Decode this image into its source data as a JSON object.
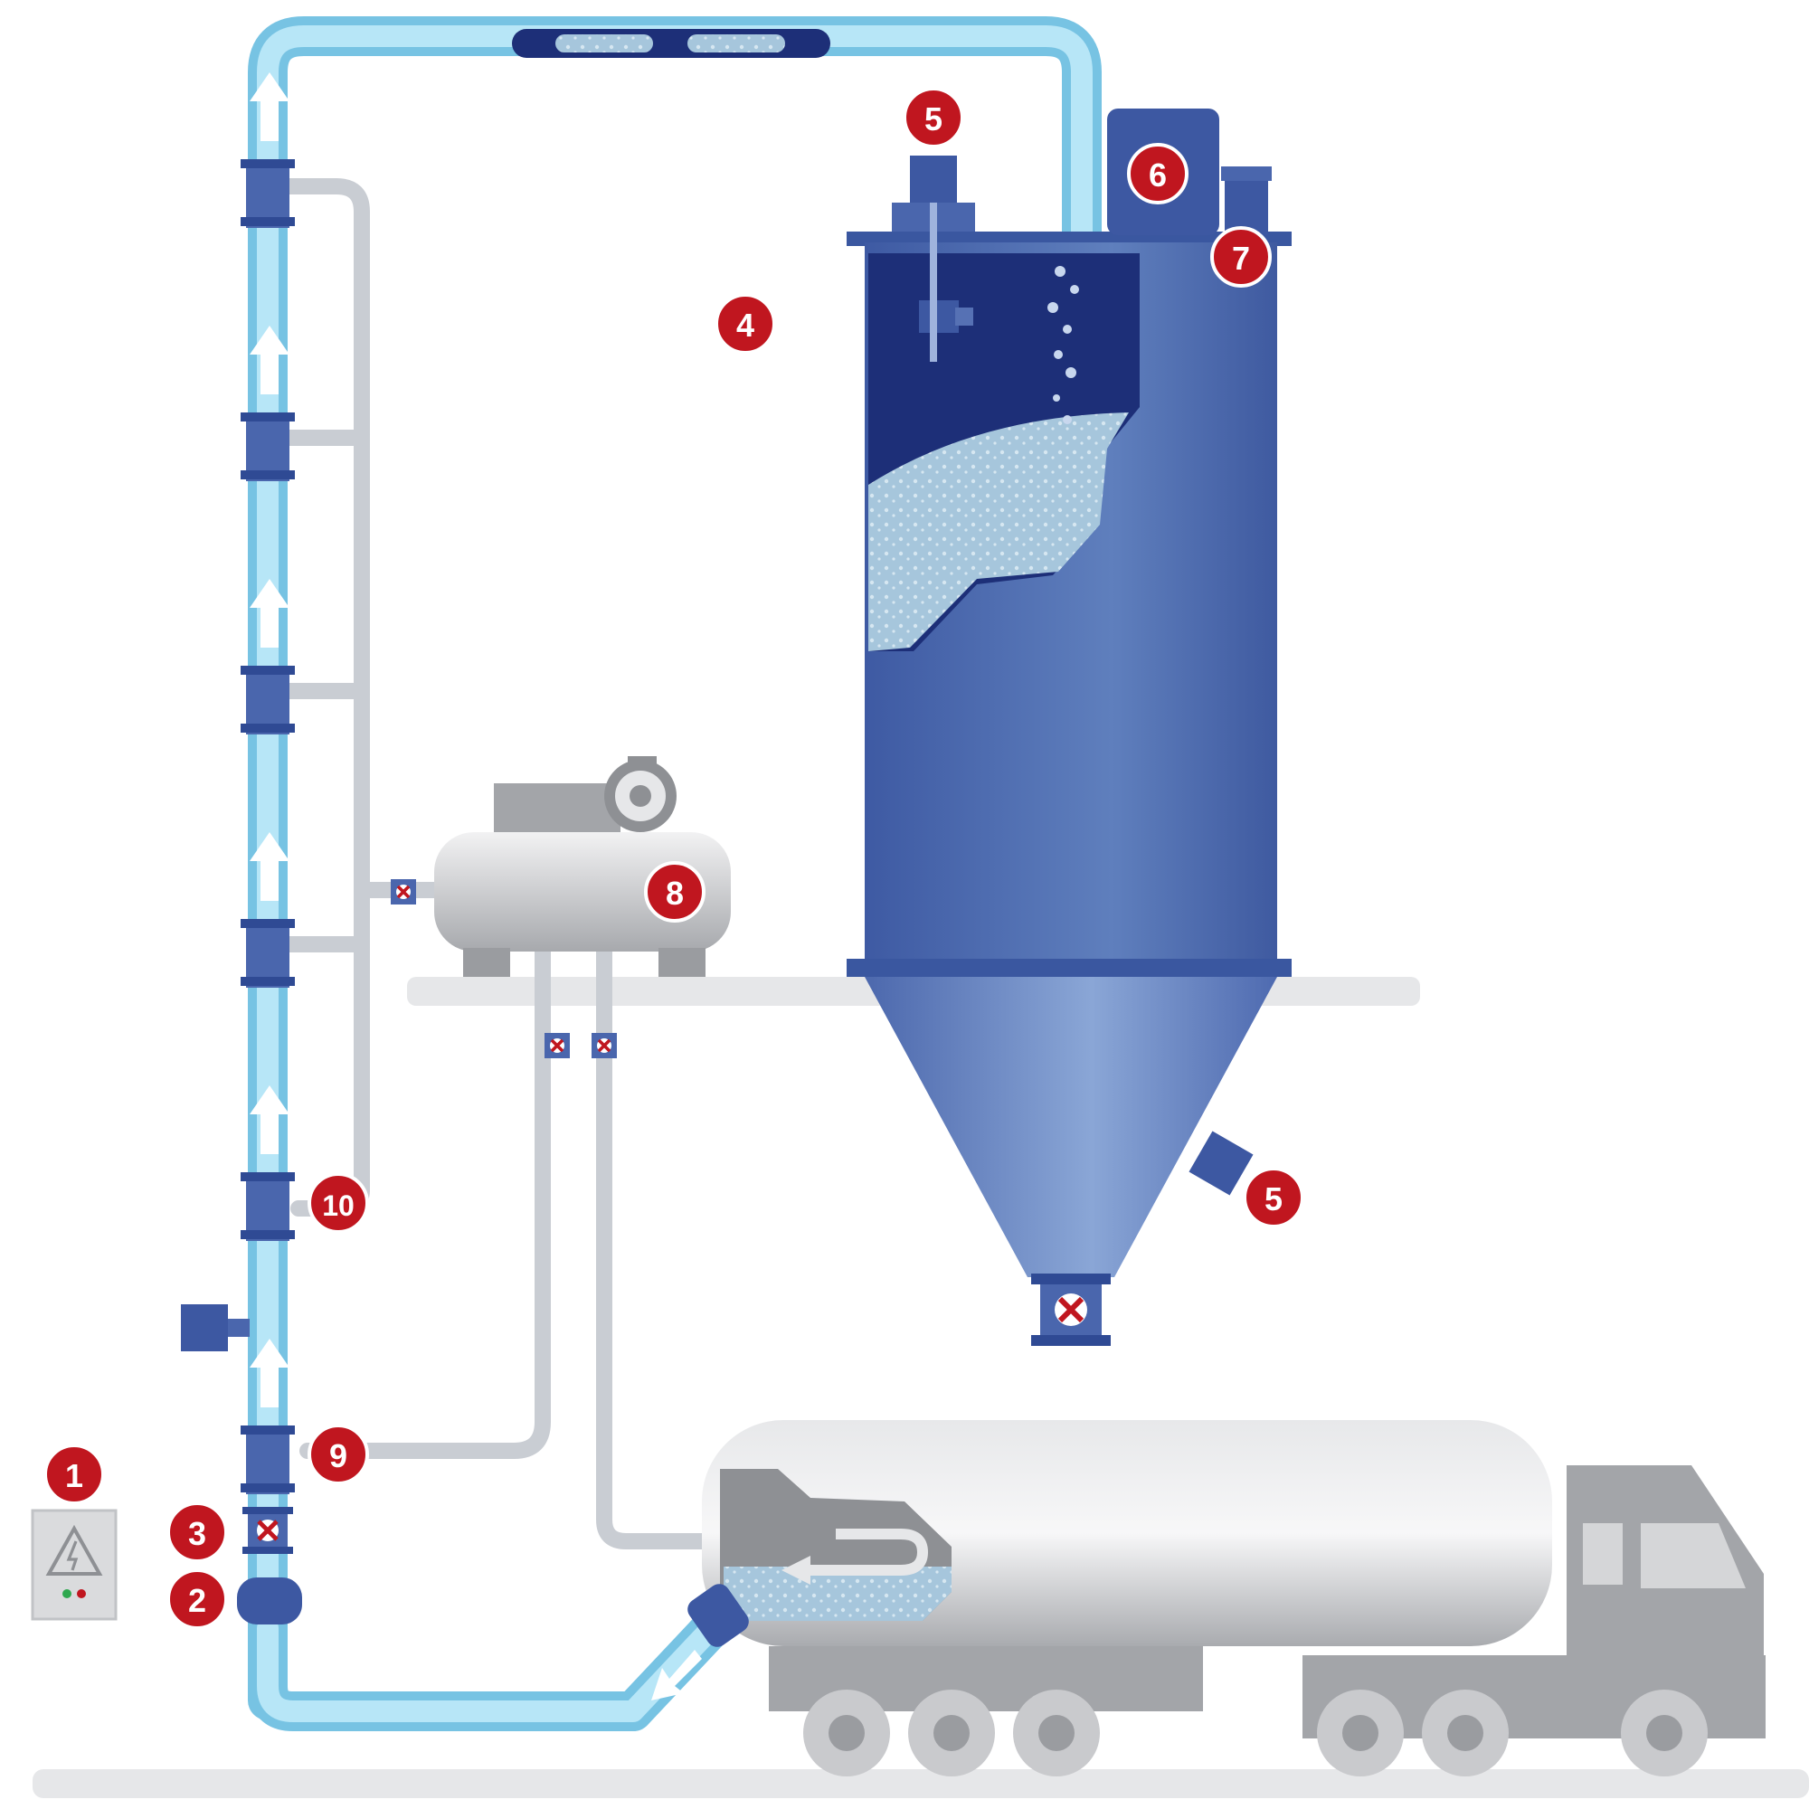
{
  "colors": {
    "marker_red": "#c0161f",
    "silo_blue": "#4a66ad",
    "silo_dark": "#1d2f78",
    "pipe_cyan": "#8fd3ee",
    "pipe_gray": "#c9cdd3",
    "truck_gray": "#b7b9bd",
    "powder": "#a6c6dc"
  },
  "markers": [
    {
      "id": "1",
      "label": "1"
    },
    {
      "id": "2",
      "label": "2"
    },
    {
      "id": "3",
      "label": "3"
    },
    {
      "id": "4",
      "label": "4"
    },
    {
      "id": "5a",
      "label": "5"
    },
    {
      "id": "5b",
      "label": "5"
    },
    {
      "id": "6",
      "label": "6"
    },
    {
      "id": "7",
      "label": "7"
    },
    {
      "id": "8",
      "label": "8"
    },
    {
      "id": "9",
      "label": "9"
    },
    {
      "id": "10",
      "label": "10"
    }
  ],
  "icons": {
    "control_panel": "high-voltage-warning-icon",
    "flow": "arrow-up-icon",
    "valve": "butterfly-valve-icon"
  }
}
